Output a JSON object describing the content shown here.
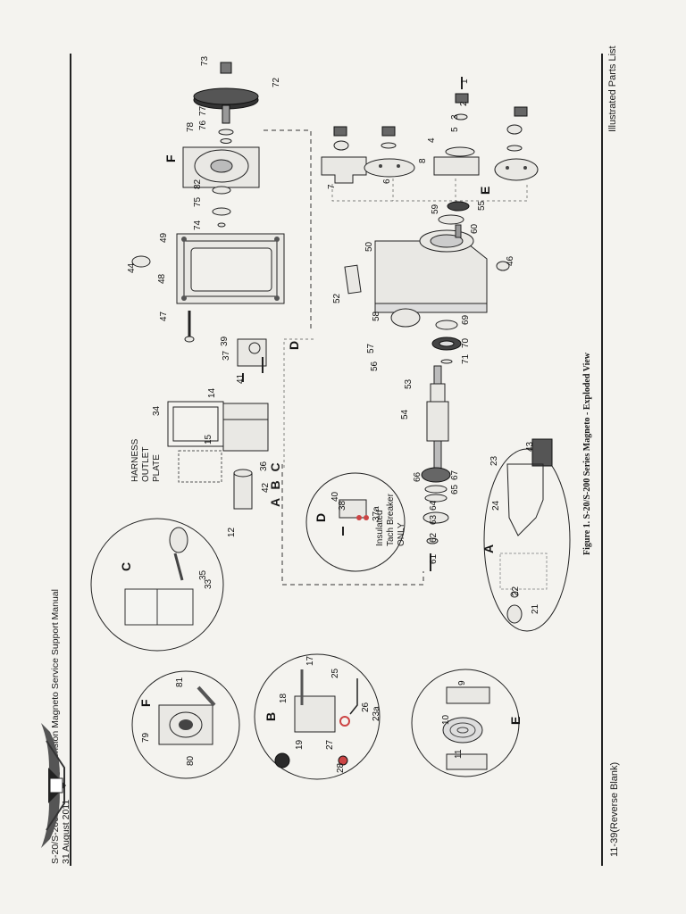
{
  "header": {
    "section": "Illustrated Parts List",
    "page_number": "11-39(Reverse Blank)"
  },
  "footer": {
    "manual_title": "S-20/S-200 Series High Tension Magneto Service Support Manual",
    "date": "31 August 2011"
  },
  "figure": {
    "caption": "Figure 1. S-20/S-200 Series Magneto - Exploded View",
    "harness_label": "HARNESS OUTLET PLATE",
    "insulated_note": "Insulated Tach Breaker ONLY",
    "section_letters": [
      "A",
      "B",
      "C",
      "D",
      "E",
      "F"
    ],
    "group_label": "A B C",
    "callouts": [
      "1",
      "2",
      "3",
      "4",
      "5",
      "6",
      "7",
      "8",
      "9",
      "10",
      "11",
      "12",
      "14",
      "15",
      "17",
      "18",
      "19",
      "21",
      "22",
      "23",
      "23a",
      "24",
      "25",
      "26",
      "27",
      "28",
      "33",
      "34",
      "35",
      "36",
      "37",
      "37a",
      "38",
      "39",
      "40",
      "41",
      "42",
      "43",
      "44",
      "46",
      "47",
      "48",
      "49",
      "50",
      "52",
      "53",
      "54",
      "55",
      "56",
      "57",
      "58",
      "59",
      "60",
      "61",
      "62",
      "63",
      "64",
      "65",
      "66",
      "67",
      "69",
      "70",
      "71",
      "72",
      "73",
      "74",
      "75",
      "76",
      "77",
      "78",
      "79",
      "80",
      "81",
      "82"
    ]
  }
}
